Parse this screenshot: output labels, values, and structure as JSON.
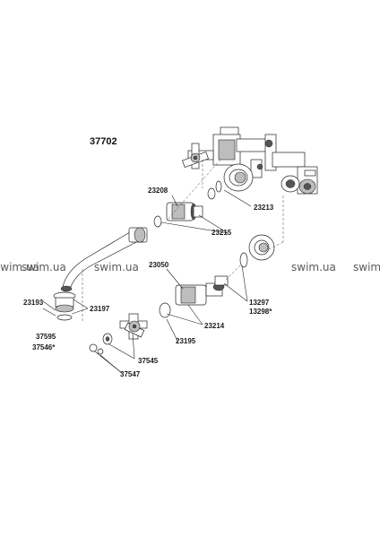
{
  "diagram": {
    "title": "37702",
    "watermark": "swim.ua",
    "parts": [
      "23208",
      "23213",
      "23215",
      "23050",
      "13297",
      "13298*",
      "23214",
      "23195",
      "23193",
      "23197",
      "37595",
      "37546*",
      "37545",
      "37547"
    ]
  }
}
